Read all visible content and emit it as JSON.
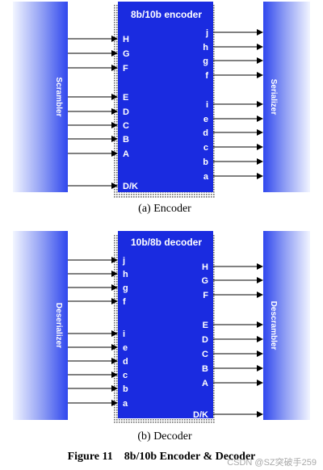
{
  "encoder": {
    "title": "8b/10b encoder",
    "caption": "(a) Encoder",
    "left_block_label": "Scrambler",
    "right_block_label": "Serializer",
    "inputs": [
      "H",
      "G",
      "F",
      "E",
      "D",
      "C",
      "B",
      "A",
      "D/K"
    ],
    "outputs": [
      "j",
      "h",
      "g",
      "f",
      "i",
      "e",
      "d",
      "c",
      "b",
      "a"
    ]
  },
  "decoder": {
    "title": "10b/8b decoder",
    "caption": "(b) Decoder",
    "left_block_label": "Deserializer",
    "right_block_label": "Descrambler",
    "inputs": [
      "j",
      "h",
      "g",
      "f",
      "i",
      "e",
      "d",
      "c",
      "b",
      "a"
    ],
    "outputs": [
      "H",
      "G",
      "F",
      "E",
      "D",
      "C",
      "B",
      "A",
      "D/K"
    ]
  },
  "figure_caption": "Figure 11    8b/10b Encoder & Decoder",
  "watermark": "CSDN @SZ突破手259",
  "colors": {
    "block_blue": "#1a2be0",
    "side_light": "#f2f5ff",
    "side_dark": "#2f47ee",
    "arrow": "#000000",
    "text_on_blue": "#ffffff",
    "watermark": "#9a9a9a"
  }
}
